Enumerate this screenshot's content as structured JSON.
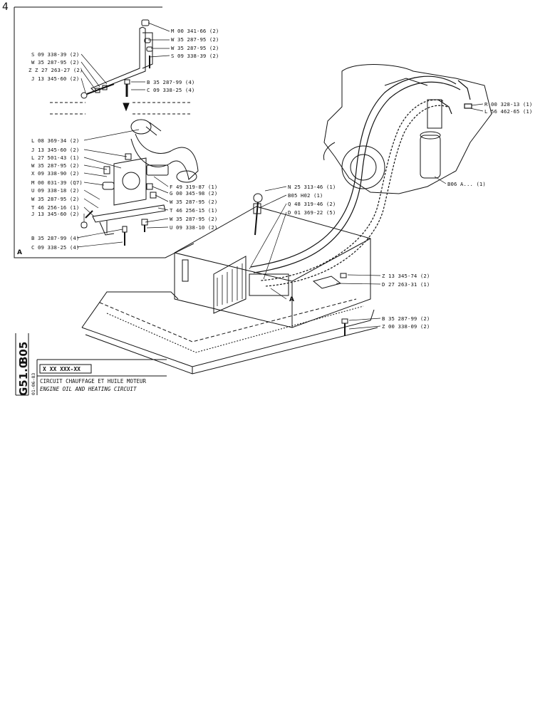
{
  "page_number": "4",
  "detail_letter": "A",
  "callout_letter": "A",
  "title_block": {
    "section": "B05",
    "sheet": "G51.0",
    "date": "01-06-83",
    "reference": "X XX XXX-XX",
    "title_fr": "CIRCUIT CHAUFFAGE ET HUILE MOTEUR",
    "title_en": "ENGINE OIL AND HEATING CIRCUIT"
  },
  "labels_upper_right": [
    "M 00 341-66 (2)",
    "W 35 287-95 (2)",
    "W 35 287-95 (2)",
    "S 09 338-39 (2)"
  ],
  "labels_upper_left": [
    "S 09 338-39 (2)",
    "W 35 287-95 (2)",
    "Z Z 27 263-27 (2)",
    "J 13 345-60 (2)"
  ],
  "labels_upper_bolts": [
    "B 35 287-99 (4)",
    "C 09 338-25 (4)"
  ],
  "labels_left": [
    "L 08 369-34 (2)",
    "J 13 345-60 (2)",
    "L 27 501-43 (1)",
    "W 35 287-95 (2)",
    "X 09 338-90 (2)",
    "M 00 031-39 (Q7)",
    "U 09 338-18 (2)",
    "W 35 287-95 (2)",
    "T 46 256-16 (1)",
    "J 13 345-60 (2)"
  ],
  "labels_lower_left": [
    "B 35 287-99 (4)",
    "C 09 338-25 (4)"
  ],
  "labels_right_detail": [
    "F 49 319-87 (1)",
    "G 00 345-98 (2)",
    "W 35 287-95 (2)",
    "T 46 256-15 (1)",
    "W 35 287-95 (2)",
    "U 09 338-10 (2)"
  ],
  "labels_main_right": [
    "R 00 328-13 (1)",
    "L 56 462-65 (1)",
    "B06 A... (1)"
  ],
  "labels_main_center": [
    "N 25 313-46 (1)",
    "B05 H02 (1)",
    "Q 48 319-46 (2)",
    "D 01 369-22 (5)"
  ],
  "labels_main_lower": [
    "Z 13 345-74 (2)",
    "D 27 263-31 (1)",
    "B 35 287-99 (2)",
    "Z 00 338-09 (2)"
  ]
}
